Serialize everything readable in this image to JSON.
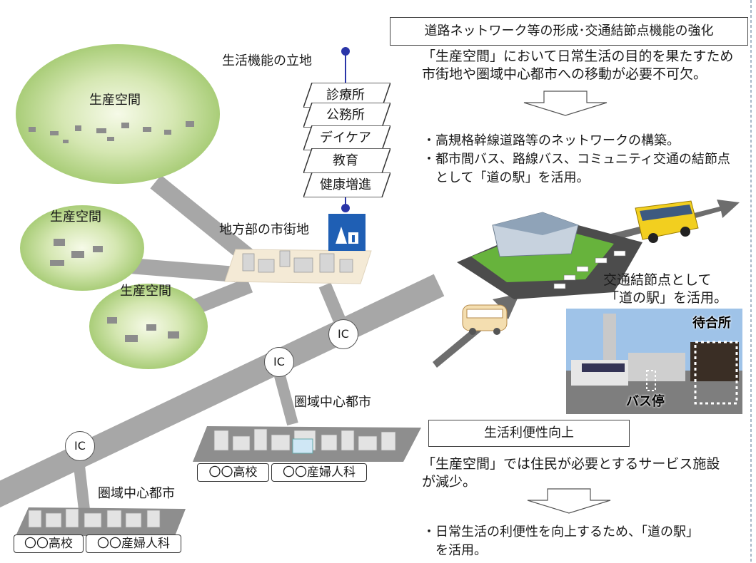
{
  "left": {
    "production_space_labels": [
      "生産空間",
      "生産空間",
      "生産空間"
    ],
    "living_functions_label": "生活機能の立地",
    "facilities": [
      "診療所",
      "公務所",
      "デイケア",
      "教育",
      "健康増進"
    ],
    "town_label": "地方部の市街地",
    "ic_labels": [
      "IC",
      "IC",
      "IC"
    ],
    "regional_city_labels": [
      "圏域中心都市",
      "圏域中心都市"
    ],
    "city_tags": [
      [
        "〇〇高校",
        "〇〇産婦人科"
      ],
      [
        "〇〇高校",
        "〇〇産婦人科"
      ]
    ]
  },
  "top_right": {
    "heading": "道路ネットワーク等の形成･交通結節点機能の強化",
    "intro_lines": [
      "「生産空間」において日常生活の目的を果たすため",
      "市街地や圏域中心都市への移動が必要不可欠。"
    ],
    "bullets": [
      "・高規格幹線道路等のネットワークの構築。",
      "・都市間バス、路線バス、コミュニティ交通の結節点",
      "　として「道の駅」を活用。"
    ],
    "node_caption_lines": [
      "交通結節点として",
      "「道の駅」を活用。"
    ],
    "photo_labels": {
      "waiting_room": "待合所",
      "bus_stop": "バス停"
    }
  },
  "bottom_right": {
    "heading": "生活利便性向上",
    "intro_lines": [
      "「生産空間」では住民が必要とするサービス施設",
      "が減少。"
    ],
    "bullets": [
      "・日常生活の利便性を向上するため、「道の駅」",
      "　を活用。"
    ]
  },
  "colors": {
    "green_blob": "#b9d68c",
    "road": "#a7a7a7",
    "arrow": "#6d6d6d",
    "sign_blue": "#1f5fb4",
    "bus_yellow": "#f2cf1f"
  }
}
